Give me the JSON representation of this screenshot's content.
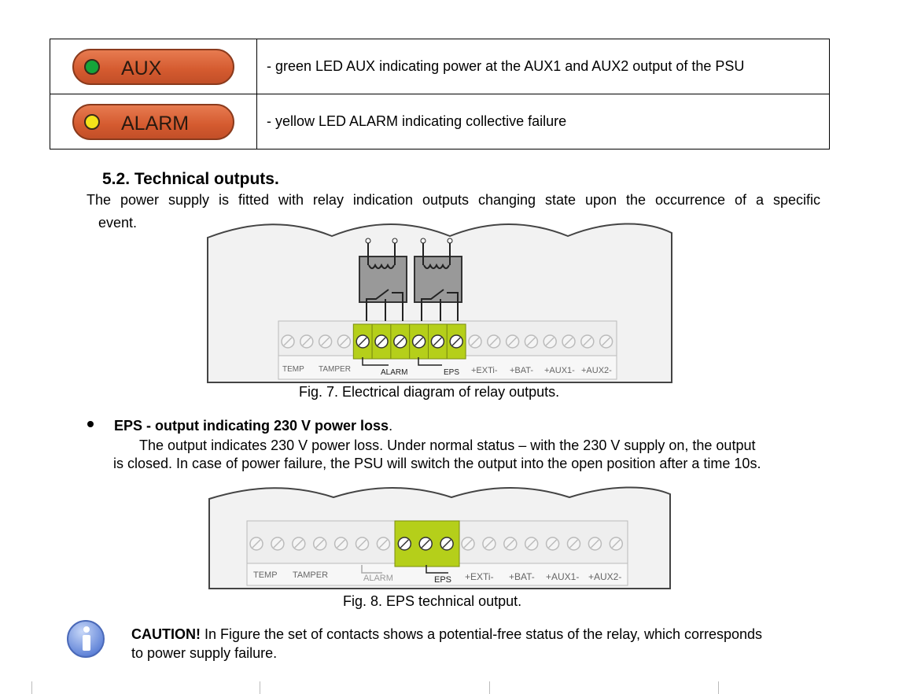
{
  "led_table": [
    {
      "led_label": "AUX",
      "color": "#14a53a",
      "description": "- green LED AUX indicating power at the AUX1 and  AUX2 output of the PSU"
    },
    {
      "led_label": "ALARM",
      "color": "#f4e21a",
      "description": "- yellow LED ALARM indicating collective failure"
    }
  ],
  "section": {
    "heading": "5.2.  Technical outputs.",
    "intro_line1": "The power supply is fitted with relay indication outputs changing state upon the occurrence of a specific",
    "intro_line2": "event."
  },
  "figure7": {
    "caption": "Fig. 7. Electrical diagram of relay outputs.",
    "terminal_labels": [
      "TEMP",
      "TAMPER",
      "ALARM",
      "EPS",
      "+EXTi-",
      "+BAT-",
      "+AUX1-",
      "+AUX2-"
    ]
  },
  "eps": {
    "title": "EPS - output indicating 230 V power loss",
    "title_suffix": ".",
    "line1": "The output indicates 230 V power loss. Under normal status – with the 230 V supply on, the output",
    "line2": "is closed. In case of power failure, the PSU will switch the output into the open position after a time 10s."
  },
  "figure8": {
    "caption": "Fig. 8. EPS technical output.",
    "terminal_labels": [
      "TEMP",
      "TAMPER",
      "ALARM",
      "EPS",
      "+EXTi-",
      "+BAT-",
      "+AUX1-",
      "+AUX2-"
    ]
  },
  "caution": {
    "label": "CAUTION!",
    "text": " In Figure the set of contacts shows a potential-free status of the relay, which corresponds",
    "text2": "to power supply failure."
  },
  "icons": {
    "info": "info-icon",
    "screw": "screw-icon",
    "relay": "relay-icon"
  },
  "colors": {
    "highlight_green": "#b5cf1a",
    "pill_orange": "#d45a2f"
  }
}
